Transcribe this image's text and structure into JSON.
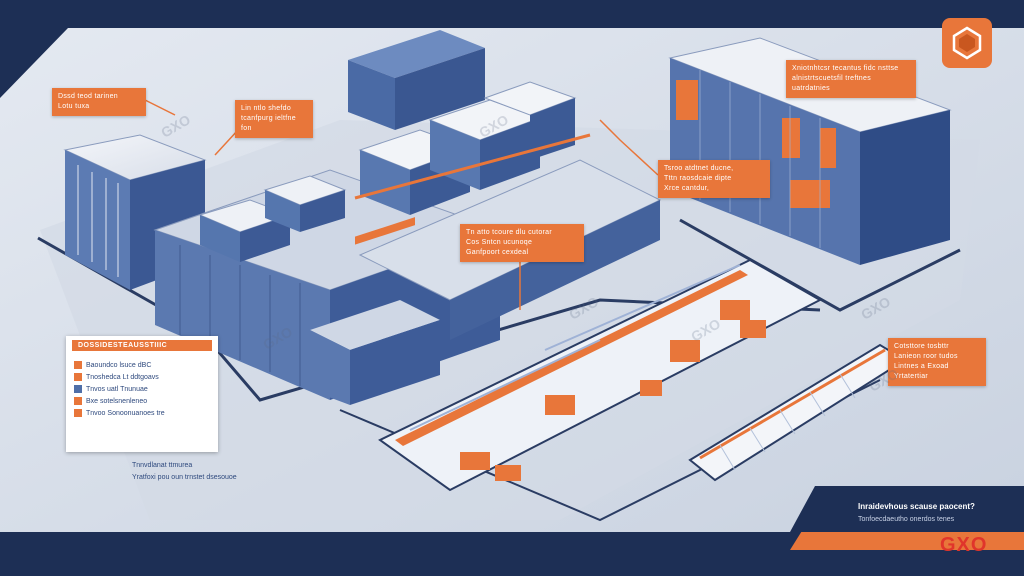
{
  "brand": {
    "logo_text": "GXO",
    "color_orange": "#e8763a",
    "color_navy": "#1d2f55",
    "color_blue": "#4f6fa8",
    "color_logo_red": "#e0352b"
  },
  "callouts": [
    {
      "id": "top-left",
      "lines": [
        "Dssd teod tarinen",
        "Lotu tuxa"
      ]
    },
    {
      "id": "upper-left",
      "lines": [
        "Lin ntlo shefdo",
        "tcanfpurg ieltfne",
        "fon"
      ]
    },
    {
      "id": "center",
      "lines": [
        "Tn atto tcoure dlu cutorar",
        "Cos Sntcn ucunoqe",
        "Ganfpoort cexdeal"
      ]
    },
    {
      "id": "top-right",
      "lines": [
        "Xniotnhtcsr tecantus fidc nsttse",
        "alnistrtscuetsfil treftnes",
        "uatrdatnies"
      ]
    },
    {
      "id": "mid-right-upper",
      "lines": [
        "Tsroo atdtnet ducne,",
        "Tttn raosdcaie dipte",
        "Xrce cantdur,"
      ]
    },
    {
      "id": "right",
      "lines": [
        "Cotsttore tosbttr",
        "Lanieon roor tudos",
        "Lintnes a Exoad",
        "Yrtatertiar"
      ]
    }
  ],
  "legend": {
    "header": "DOSSIDESTEAUSSTIIIC",
    "items": [
      "Baoundco lsuce dBC",
      "Tnoshedca Lt ddtgoavs",
      "Tnvos uatl Tnunuae",
      "Bxe sotelsnenleneo",
      "Tnvoo Sonoonuanoes tre"
    ],
    "caption_lines": [
      "Tnnvdlanat ttmurea",
      "Yratfoxi pou oun trnstet dsesouoe"
    ]
  },
  "banner": {
    "line1": "Inraidevhous scause paocent?",
    "line2": "Tonfoecdaeutho onerdos tenes"
  },
  "watermarks": [
    "GXO",
    "GXO",
    "GXO",
    "GXO",
    "GXO",
    "GXO",
    "GXO"
  ]
}
